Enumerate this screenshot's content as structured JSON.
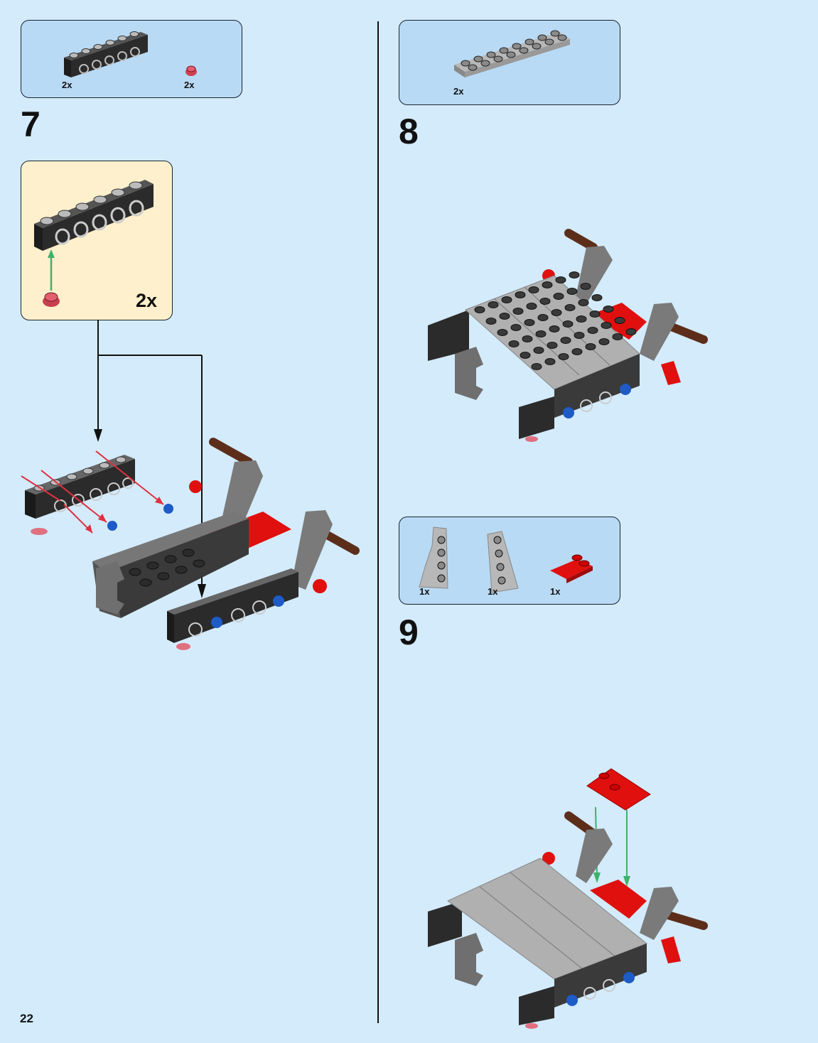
{
  "page": {
    "number": "22",
    "background": "#d3ebfb"
  },
  "colors": {
    "parts_panel_bg": "#b9daf4",
    "callout_bg": "#fef0cc",
    "black_brick": "#2b2b2b",
    "light_gray": "#a8a8a8",
    "dark_gray": "#6f6f6f",
    "red": "#e0100f",
    "brown": "#5c2e1a",
    "blue": "#1e5bc6",
    "pink": "#e07080",
    "arrow_green": "#3bb36a",
    "arrow_red": "#e03040"
  },
  "steps": [
    {
      "number": "7",
      "parts": [
        {
          "name": "Black Technic brick 1x6 with holes",
          "qty": "2x"
        },
        {
          "name": "Red round plate 1x1",
          "qty": "2x"
        }
      ],
      "callout": {
        "qty": "2x",
        "description": "Attach red round plate under Technic brick 1x6"
      }
    },
    {
      "number": "8",
      "parts": [
        {
          "name": "Light gray plate 2x8",
          "qty": "2x"
        }
      ]
    },
    {
      "number": "9",
      "parts": [
        {
          "name": "Light gray wedge plate left",
          "qty": "1x"
        },
        {
          "name": "Light gray wedge plate right",
          "qty": "1x"
        },
        {
          "name": "Red slope plate 2x2",
          "qty": "1x"
        }
      ]
    }
  ]
}
